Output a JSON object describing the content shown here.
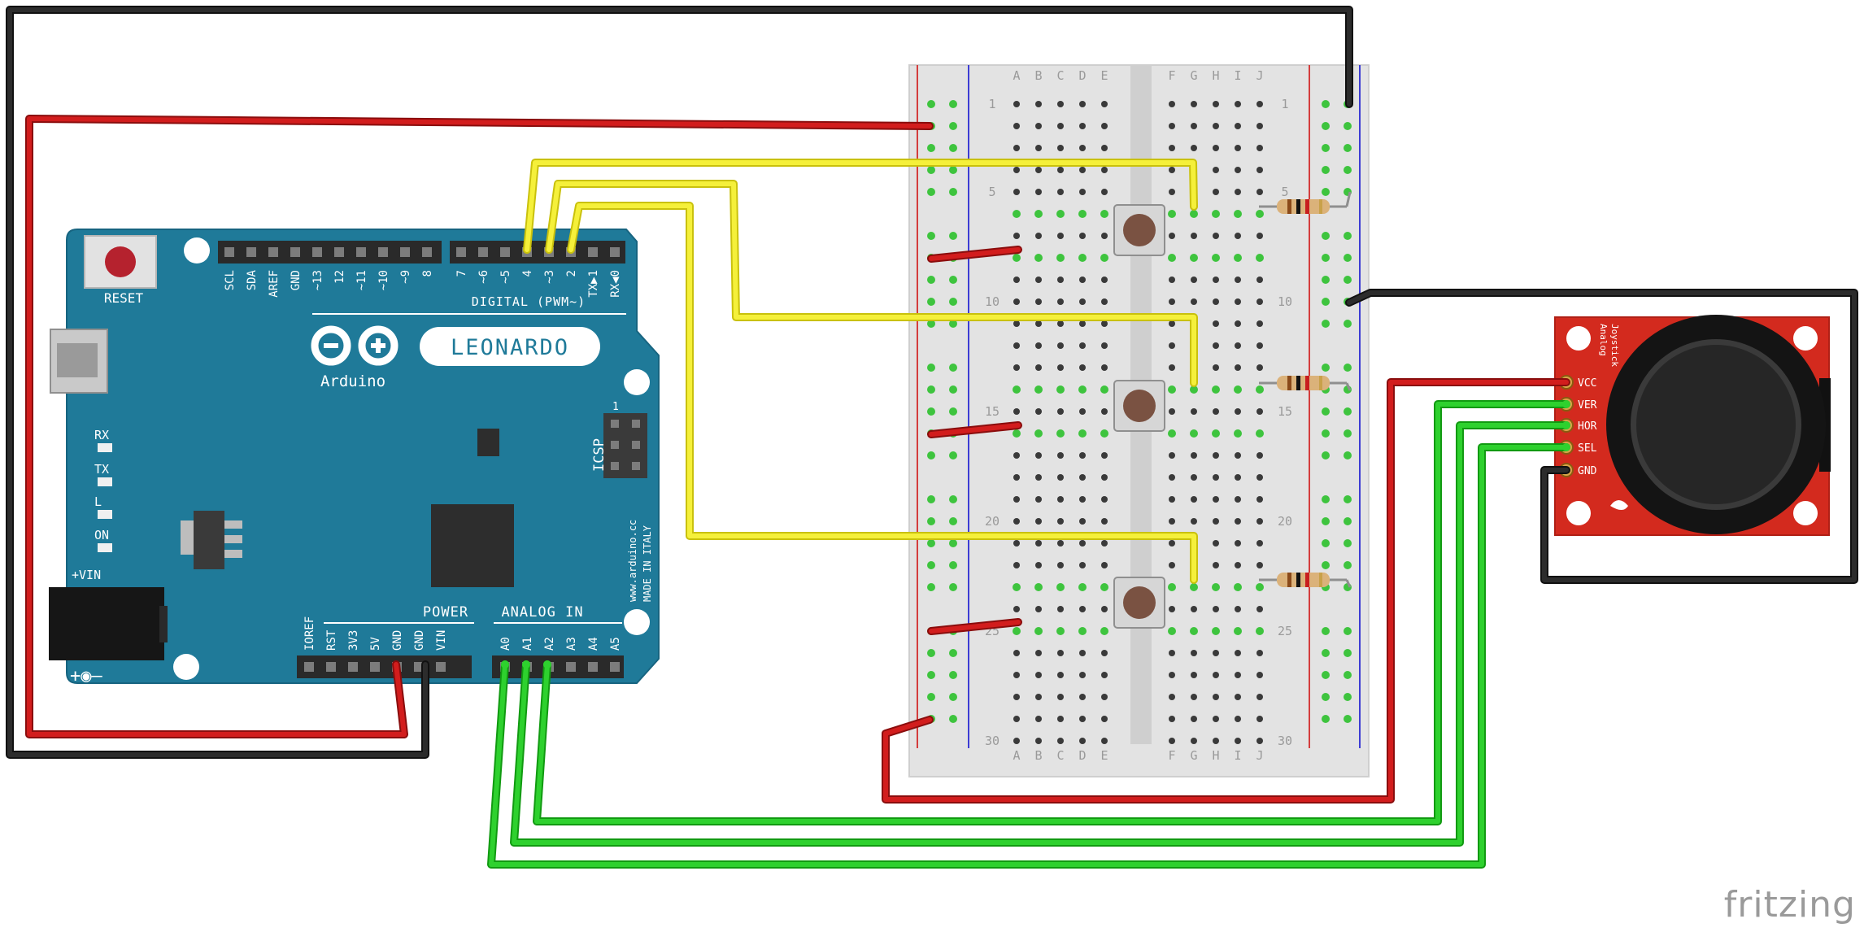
{
  "arduino": {
    "model": "LEONARDO",
    "brand": "Arduino",
    "reset_label": "RESET",
    "digital_label": "DIGITAL (PWM~)",
    "power_label": "POWER",
    "analog_label": "ANALOG IN",
    "icsp_label": "ICSP",
    "icsp_pin1": "1",
    "vin_label": "+VIN",
    "url_text": "www.arduino.cc",
    "made_text": "MADE IN ITALY",
    "polarity_text": "+◉–",
    "leds": [
      "RX",
      "TX",
      "L",
      "ON"
    ],
    "header_left": [
      "SCL",
      "SDA",
      "AREF",
      "GND",
      "~13",
      "12",
      "~11",
      "~10",
      "~9",
      "8"
    ],
    "header_right": [
      "7",
      "~6",
      "~5",
      "4",
      "~3",
      "2",
      "TX▶1",
      "RX◀0"
    ],
    "power_pins": [
      "IOREF",
      "RST",
      "3V3",
      "5V",
      "GND",
      "GND",
      "VIN"
    ],
    "analog_pins": [
      "A0",
      "A1",
      "A2",
      "A3",
      "A4",
      "A5"
    ]
  },
  "breadboard": {
    "columns_left": [
      "A",
      "B",
      "C",
      "D",
      "E"
    ],
    "columns_right": [
      "F",
      "G",
      "H",
      "I",
      "J"
    ],
    "row_numbers": [
      "1",
      "5",
      "10",
      "15",
      "20",
      "25",
      "30"
    ]
  },
  "joystick": {
    "title_lines": [
      "Analog",
      "Joystick"
    ],
    "pins": [
      "VCC",
      "VER",
      "HOR",
      "SEL",
      "GND"
    ]
  },
  "watermark": "fritzing"
}
